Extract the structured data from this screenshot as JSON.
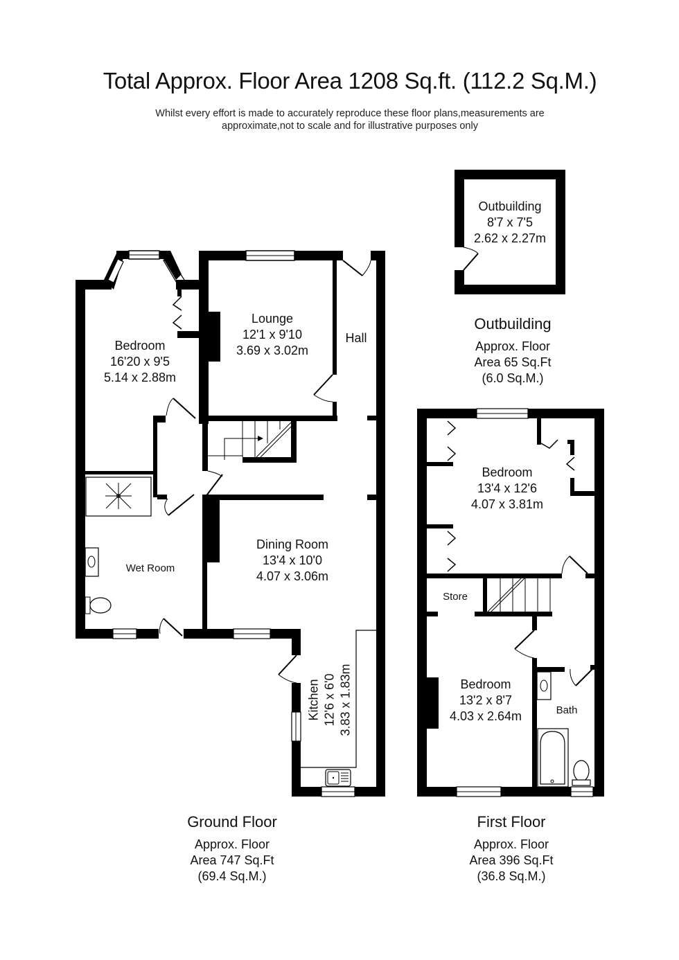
{
  "header": {
    "title": "Total Approx. Floor Area 1208 Sq.ft. (112.2 Sq.M.)",
    "disclaimer_line1": "Whilst every effort is made to accurately reproduce these floor plans,measurements are",
    "disclaimer_line2": "approximate,not to scale and for illustrative purposes only"
  },
  "colors": {
    "wall": "#000000",
    "background": "#ffffff",
    "text": "#111111"
  },
  "ground_floor": {
    "name": "Ground Floor",
    "area_line1": "Approx. Floor",
    "area_line2": "Area 747 Sq.Ft",
    "area_line3": "(69.4 Sq.M.)",
    "rooms": {
      "bedroom": {
        "name": "Bedroom",
        "imperial": "16'20 x 9'5",
        "metric": "5.14 x 2.88m"
      },
      "lounge": {
        "name": "Lounge",
        "imperial": "12'1 x 9'10",
        "metric": "3.69 x 3.02m"
      },
      "hall": {
        "name": "Hall"
      },
      "wet_room": {
        "name": "Wet Room"
      },
      "dining_room": {
        "name": "Dining Room",
        "imperial": "13'4 x 10'0",
        "metric": "4.07 x 3.06m"
      },
      "kitchen": {
        "name": "Kitchen",
        "imperial": "12'6 x 6'0",
        "metric": "3.83 x 1.83m"
      }
    }
  },
  "first_floor": {
    "name": "First Floor",
    "area_line1": "Approx. Floor",
    "area_line2": "Area 396 Sq.Ft",
    "area_line3": "(36.8 Sq.M.)",
    "rooms": {
      "bedroom_front": {
        "name": "Bedroom",
        "imperial": "13'4 x 12'6",
        "metric": "4.07 x 3.81m"
      },
      "store": {
        "name": "Store"
      },
      "bedroom_rear": {
        "name": "Bedroom",
        "imperial": "13'2 x 8'7",
        "metric": "4.03 x 2.64m"
      },
      "bath": {
        "name": "Bath"
      }
    }
  },
  "outbuilding": {
    "name": "Outbuilding",
    "area_line1": "Approx. Floor",
    "area_line2": "Area 65 Sq.Ft",
    "area_line3": "(6.0 Sq.M.)",
    "room": {
      "name": "Outbuilding",
      "imperial": "8'7 x 7'5",
      "metric": "2.62 x 2.27m"
    }
  }
}
